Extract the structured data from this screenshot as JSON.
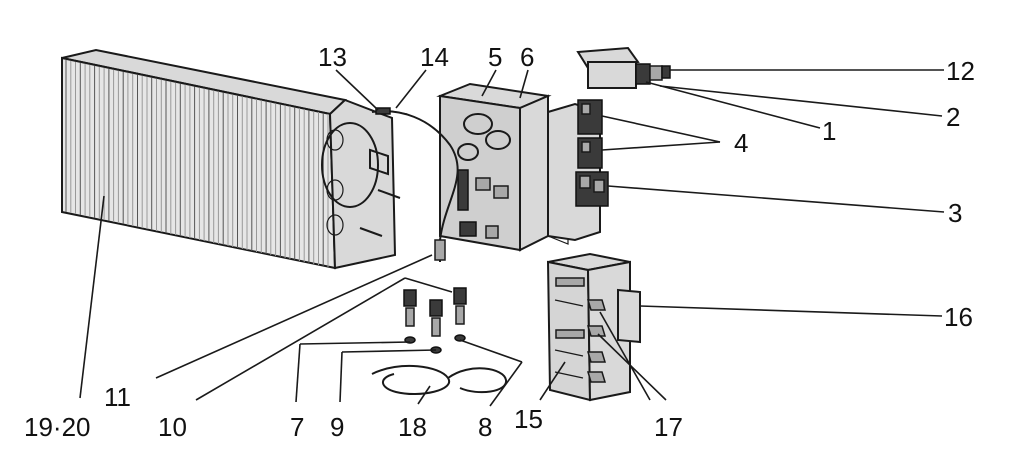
{
  "labels": {
    "l13": "13",
    "l14": "14",
    "l5": "5",
    "l6": "6",
    "l12": "12",
    "l2": "2",
    "l1": "1",
    "l4": "4",
    "l3": "3",
    "l16": "16",
    "l11": "11",
    "l10": "10",
    "l7": "7",
    "l9": "9",
    "l18": "18",
    "l8": "8",
    "l15": "15",
    "l17": "17",
    "l1920": "19·20"
  }
}
